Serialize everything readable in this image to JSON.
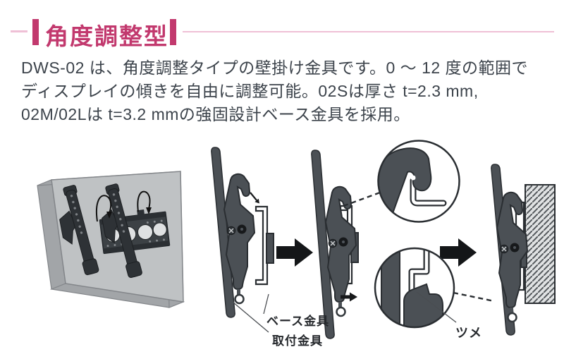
{
  "theme": {
    "accent": "#c2396e",
    "accent-light": "#efc0d6",
    "ink": "#3c434b",
    "label-ink": "#26292d",
    "metal": "#4b5055",
    "outline": "#2a2e32"
  },
  "header": {
    "title": "角度調整型"
  },
  "intro": {
    "line1": "DWS-02 は、角度調整タイプの壁掛け金具です。0 ～ 12 度の範囲で",
    "line2": "ディスプレイの傾きを自由に調整可能。02Sは厚さ t=2.3 mm,",
    "line3": "02M/02Lは t=3.2 mmの強固設計ベース金具を採用。"
  },
  "figure": {
    "labels": {
      "base_bracket": "ベース金具",
      "mount_bracket": "取付金具",
      "claw": "ツメ"
    }
  }
}
